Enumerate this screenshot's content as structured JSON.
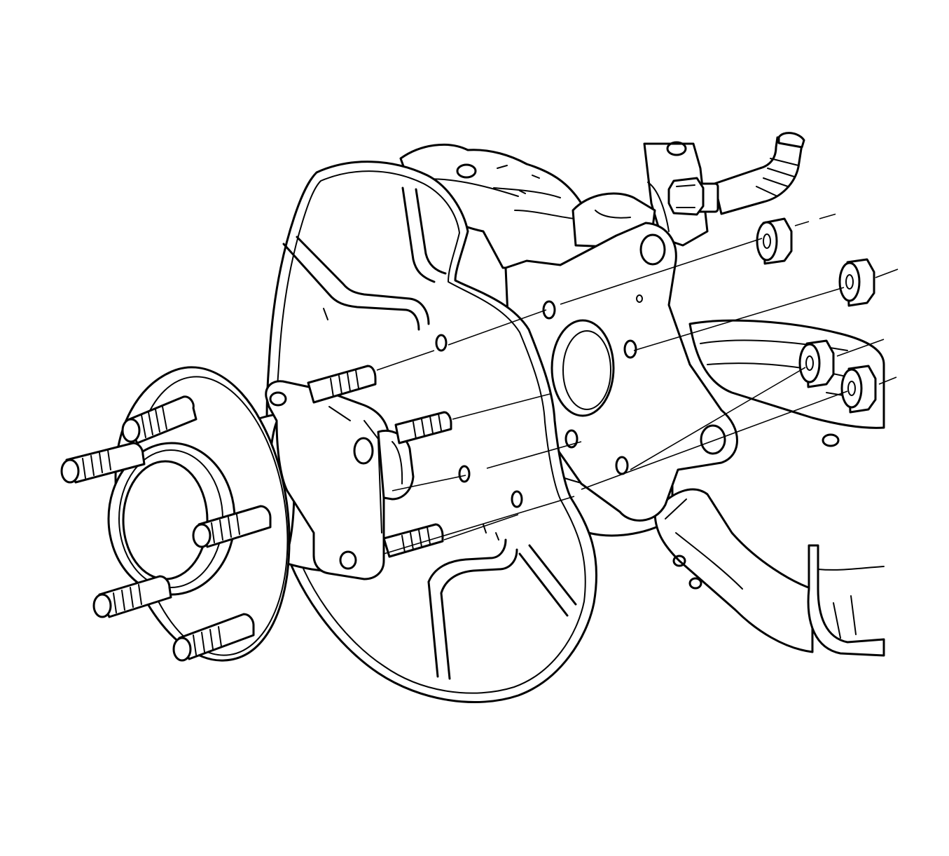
{
  "figure": {
    "kind": "exploded-view line drawing",
    "colors": {
      "stroke": "#000000",
      "background": "#ffffff"
    },
    "parts": [
      {
        "id": "knuckle",
        "icon": "steering-knuckle-icon"
      },
      {
        "id": "backing-plate",
        "icon": "backing-plate-icon"
      },
      {
        "id": "hub-bearing",
        "icon": "hub-bearing-icon"
      },
      {
        "id": "wheel-studs",
        "icon": "wheel-stud-icon",
        "count": 5
      },
      {
        "id": "mounting-bolts",
        "icon": "bolt-icon",
        "count": 4
      },
      {
        "id": "flange-nuts",
        "icon": "flange-nut-icon",
        "count": 4
      },
      {
        "id": "wheel-speed-sensor",
        "icon": "sensor-connector-icon"
      },
      {
        "id": "control-arm",
        "icon": "control-arm-icon"
      }
    ]
  }
}
